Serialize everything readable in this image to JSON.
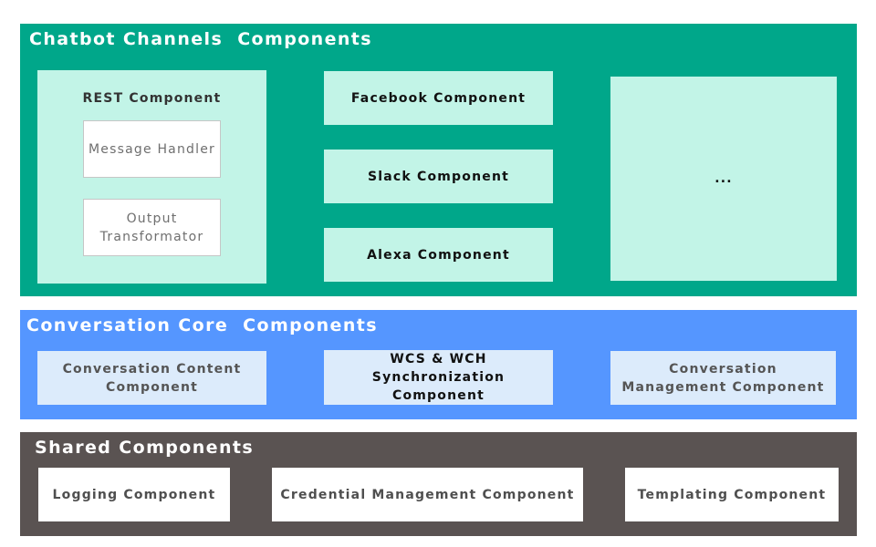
{
  "chatbot_channels": {
    "title": "Chatbot Channels  Components",
    "rest": {
      "label": "REST Component",
      "message_handler": "Message Handler",
      "output_transformator": "Output Transformator"
    },
    "facebook": "Facebook Component",
    "slack": "Slack Component",
    "alexa": "Alexa Component",
    "more": "..."
  },
  "conversation_core": {
    "title": "Conversation Core  Components",
    "content": "Conversation Content Component",
    "sync": "WCS & WCH Synchronization Component",
    "management": "Conversation Management Component"
  },
  "shared": {
    "title": "Shared Components",
    "logging": "Logging Component",
    "credential": "Credential Management Component",
    "templating": "Templating Component"
  },
  "colors": {
    "channels_layer": "#00a78a",
    "core_layer": "#5596ff",
    "shared_layer": "#5a5352",
    "mint_box": "#c2f4e7",
    "core_box": "#dcebfb"
  }
}
